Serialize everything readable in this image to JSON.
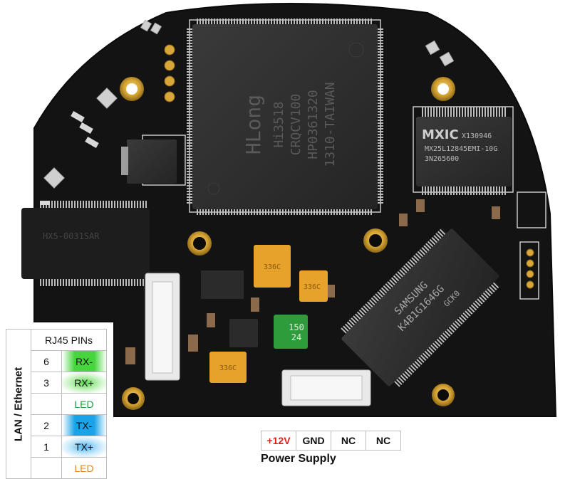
{
  "chips": {
    "soc": {
      "brand": "HLong",
      "lines": [
        "Hi3518",
        "CRQCV100",
        "HP0361320",
        "1310-TAIWAN"
      ]
    },
    "flash": {
      "logo": "MXIC",
      "lines": [
        "X130946",
        "MX25L12845EMI-10G",
        "3N265600"
      ]
    },
    "ram": {
      "lines": [
        "SAMSUNG",
        "K4B1G1646G",
        "GCK0"
      ]
    },
    "lan_module": {
      "text": "HX5-0031SAR"
    },
    "inductor": {
      "lines": [
        "150",
        "24"
      ]
    },
    "capacitors": [
      "336C",
      "336C",
      "336C"
    ]
  },
  "lan_table": {
    "side_label": "LAN / Ethernet",
    "header": "RJ45 PINs",
    "rows": [
      {
        "pin": "6",
        "signal": "RX-"
      },
      {
        "pin": "3",
        "signal": "RX+"
      },
      {
        "pin": "",
        "signal": "LED"
      },
      {
        "pin": "2",
        "signal": "TX-"
      },
      {
        "pin": "1",
        "signal": "TX+"
      },
      {
        "pin": "",
        "signal": "LED"
      }
    ]
  },
  "power": {
    "cells": [
      "+12V",
      "GND",
      "NC",
      "NC"
    ],
    "title": "Power Supply"
  },
  "colors": {
    "board": "#121212",
    "gold": "#d4a233",
    "rx": "#46d53c",
    "tx": "#1aa3e8",
    "led_green": "#1f9b3d",
    "led_orange": "#e08a1c",
    "vcc": "#e01e1e"
  }
}
